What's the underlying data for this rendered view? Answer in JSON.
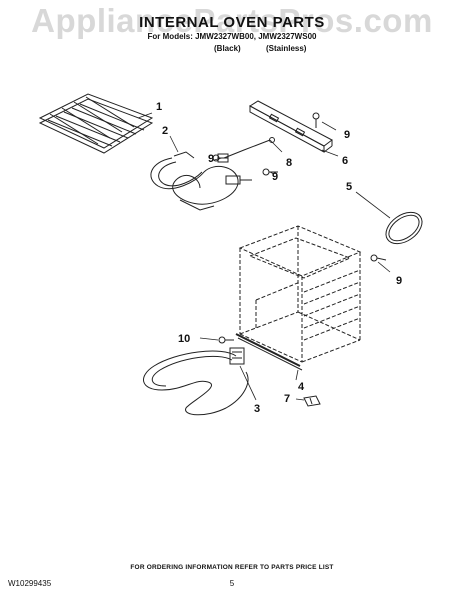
{
  "watermark": "AppliancePartsPros.com",
  "header": {
    "title": "INTERNAL OVEN PARTS",
    "models_line": "For Models: JMW2327WB00, JMW2327WS00",
    "finish_black": "(Black)",
    "finish_stainless": "(Stainless)"
  },
  "callouts": [
    "1",
    "2",
    "8",
    "9",
    "9",
    "6",
    "9",
    "5",
    "9",
    "10",
    "4",
    "7",
    "3"
  ],
  "footer": {
    "ordering_note": "FOR ORDERING INFORMATION REFER TO PARTS PRICE LIST",
    "doc_number": "W10299435",
    "page_number": "5"
  }
}
